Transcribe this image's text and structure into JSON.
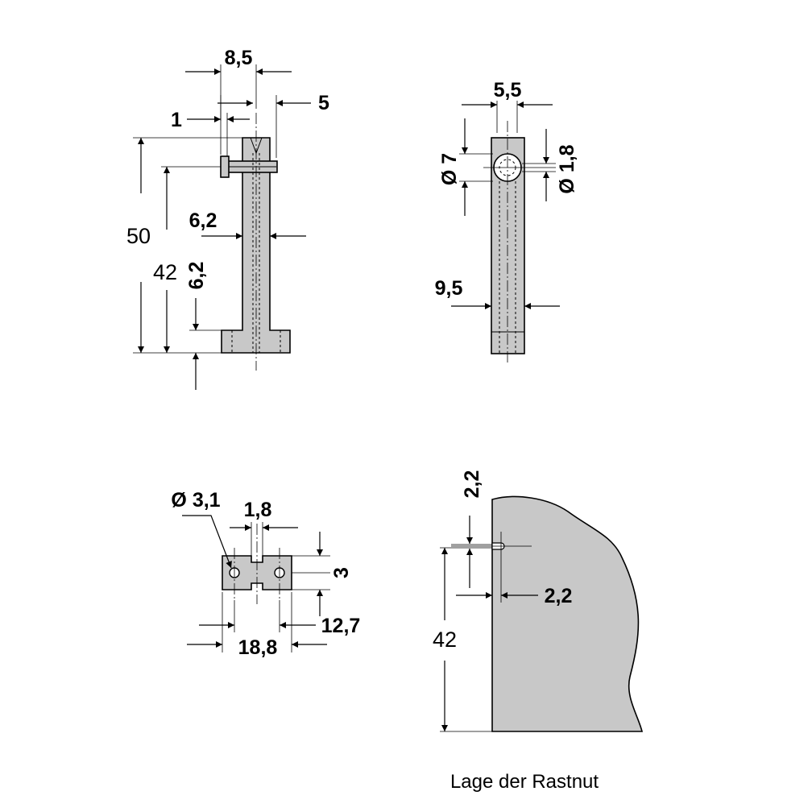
{
  "view_side": {
    "dim_width_top": "8,5",
    "dim_slot_1": "1",
    "dim_slot_5": "5",
    "dim_height_total": "50",
    "dim_height_42": "42",
    "dim_stem_width": "6,2",
    "dim_foot_height": "6,2"
  },
  "view_front": {
    "dim_width_top": "5,5",
    "dim_hole_diameter": "Ø 7",
    "dim_pin_diameter": "Ø 1,8",
    "dim_width_body": "9,5"
  },
  "view_bottom": {
    "dim_hole_diameter": "Ø 3,1",
    "dim_groove": "1,8",
    "dim_height": "3",
    "dim_hole_spacing": "12,7",
    "dim_total_width": "18,8"
  },
  "view_detail": {
    "dim_groove_depth_vertical": "2,2",
    "dim_groove_depth_horizontal": "2,2",
    "dim_height_42": "42",
    "caption": "Lage der Rastnut"
  }
}
